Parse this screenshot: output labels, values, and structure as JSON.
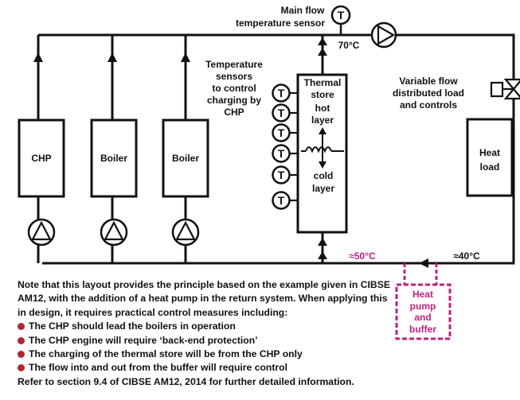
{
  "labels": {
    "main_flow_sensor": [
      "Main flow",
      "temperature sensor"
    ],
    "flow_temp": "70°C",
    "temp_sensors": [
      "Temperature",
      "sensors",
      "to control",
      "charging by",
      "CHP"
    ],
    "store_hot": [
      "Thermal",
      "store",
      "hot",
      "layer"
    ],
    "store_cold": [
      "cold",
      "layer"
    ],
    "variable_flow": [
      "Variable flow",
      "distributed load",
      "and controls"
    ],
    "heat_load": [
      "Heat",
      "load"
    ],
    "return_store": "≈50°C",
    "return_load": "≈40°C",
    "heat_pump": [
      "Heat",
      "pump",
      "and",
      "buffer"
    ],
    "sensor_letter": "T"
  },
  "units": [
    {
      "name": "chp",
      "label": "CHP"
    },
    {
      "name": "boiler-1",
      "label": "Boiler"
    },
    {
      "name": "boiler-2",
      "label": "Boiler"
    }
  ],
  "notes": {
    "intro": "Note that this layout provides the principle based on the example given in CIBSE AM12, with the addition of a heat pump in the return system. When applying this in design, it requires practical control measures including:",
    "bullets": [
      "The CHP should lead the boilers in operation",
      "The CHP engine will require ‘back-end protection’",
      "The charging of the thermal store will be from the CHP only",
      "The flow into and out from the buffer will require control"
    ],
    "footer": "Refer to section 9.4 of CIBSE AM12, 2014 for further detailed information."
  },
  "colors": {
    "line": "#111111",
    "accent": "#c2207e",
    "bullet": "#b0282f"
  },
  "icons": [
    "pump-icon",
    "temperature-sensor-icon",
    "valve-icon",
    "flow-arrow-icon",
    "heat-exchange-icon"
  ]
}
